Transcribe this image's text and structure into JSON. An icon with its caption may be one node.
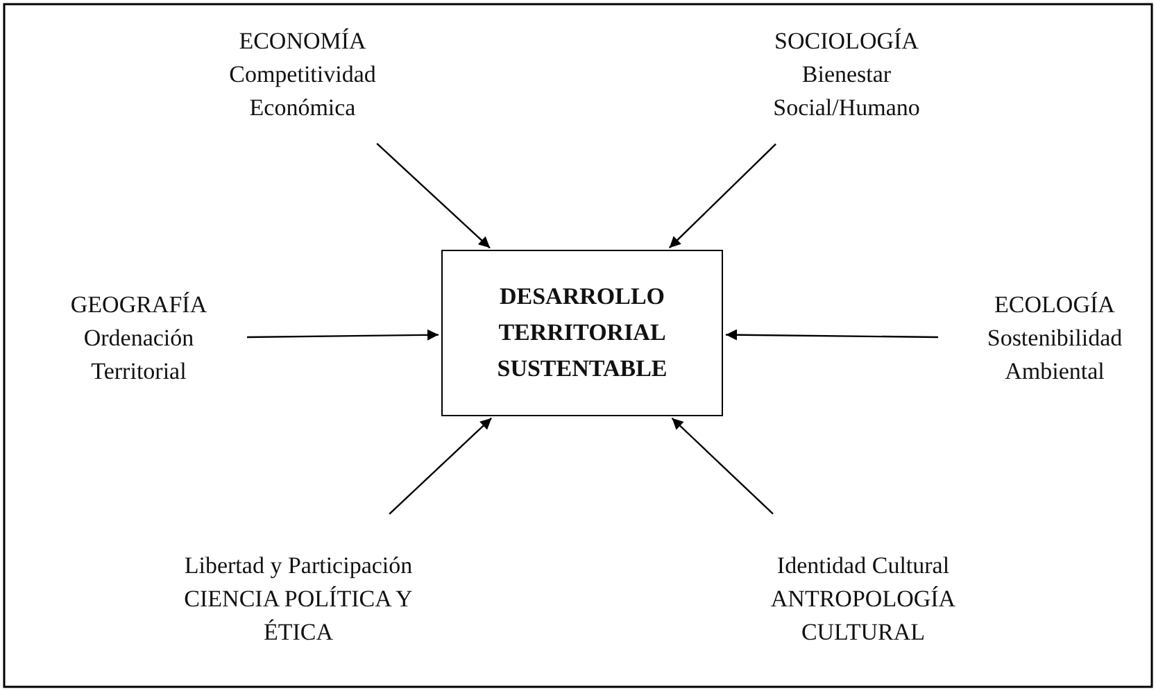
{
  "diagram": {
    "nodes": [
      {
        "text": [
          "DESARROLLO TERRITORIAL SUSTENTABLE"
        ]
      },
      {
        "text": [
          "ECONOMÍA",
          "Competitividad Económica"
        ]
      },
      {
        "text": [
          "SOCIOLOGÍA",
          "Bienestar Social/Humano"
        ]
      },
      {
        "text": [
          "GEOGRAFÍA",
          "Ordenación Territorial"
        ]
      },
      {
        "text": [
          "ECOLOGÍA",
          "Sostenibilidad Ambiental"
        ]
      },
      {
        "text": [
          "Libertad y Participación",
          "CIENCIA POLÍTICA Y ÉTICA"
        ]
      },
      {
        "text": [
          "Identidad Cultural",
          "ANTROPOLOGÍA CULTURAL"
        ]
      }
    ],
    "edges": [
      {
        "from": 1,
        "to": 0,
        "arrow": "to"
      },
      {
        "from": 2,
        "to": 0,
        "arrow": "to"
      },
      {
        "from": 3,
        "to": 0,
        "arrow": "to"
      },
      {
        "from": 4,
        "to": 0,
        "arrow": "to"
      },
      {
        "from": 5,
        "to": 0,
        "arrow": "to"
      },
      {
        "from": 6,
        "to": 0,
        "arrow": "to"
      }
    ]
  }
}
